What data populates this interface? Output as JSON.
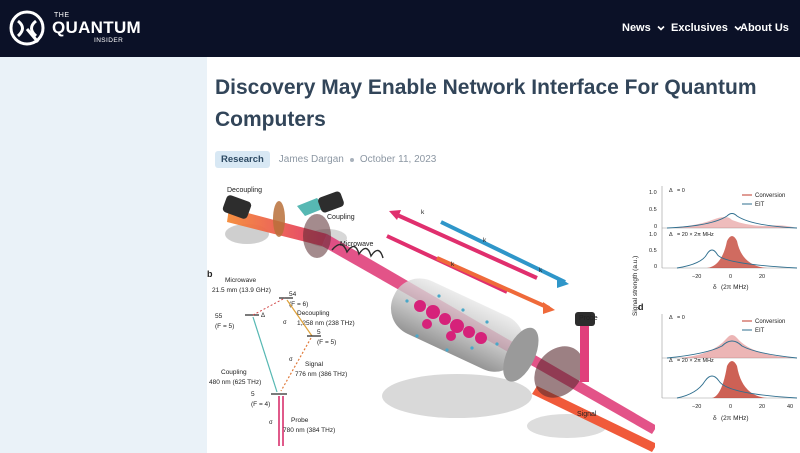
{
  "brand": {
    "the": "THE",
    "quantum": "QUANTUM",
    "insider": "INSIDER"
  },
  "nav": {
    "items": [
      {
        "label": "News",
        "has_dropdown": true
      },
      {
        "label": "Exclusives",
        "has_dropdown": true
      },
      {
        "label": "About Us",
        "has_dropdown": false
      }
    ]
  },
  "article": {
    "title": "Discovery May Enable Network Interface For Quantum Computers",
    "category": "Research",
    "author": "James Dargan",
    "date": "October 11, 2023"
  },
  "figure": {
    "panel_b": "b",
    "panel_d": "d",
    "labels": {
      "decoupling_top": "Decoupling",
      "coupling_top": "Coupling",
      "microwave_top": "Microwave",
      "probe": "Probe",
      "signal": "Signal",
      "kp": "k",
      "kc": "k",
      "ks": "k",
      "kmw": "k"
    },
    "level_diagram": {
      "microwave": "Microwave",
      "microwave_val": "21.5 mm (13.9 GHz)",
      "level_54f": "54",
      "level_54f_f": "(F = 6)",
      "level_55d": "55",
      "level_55d_f": "(F = 5)",
      "delta_mw": "Δ",
      "decoupling": "Decoupling",
      "decoupling_val": "1,258 nm (238 THz)",
      "level_5d": "5",
      "level_5d_f": "(F = 5)",
      "sigma_plus_1": "σ",
      "sigma_minus": "σ",
      "signal": "Signal",
      "signal_val": "776 nm (386 THz)",
      "coupling": "Coupling",
      "coupling_val": "480 nm (625 THz)",
      "level_5p": "5",
      "level_5p_f": "(F = 4)",
      "sigma_plus_2": "σ",
      "probe": "Probe",
      "probe_val": "780 nm (384 THz)"
    },
    "plots": {
      "ylabel": "Signal strength (a.u.)",
      "xlabel": "δ",
      "xunit": "(2π MHz)",
      "legend_conversion": "Conversion",
      "legend_eit": "EIT",
      "delta0": "Δ",
      "delta20": "Δ",
      "delta0_val": "= 0",
      "delta20_val": "= 20 × 2π MHz",
      "yticks_top": [
        "1.0",
        "0.5",
        "0",
        "1.0",
        "0.5",
        "0"
      ],
      "xticks": [
        "−20",
        "0",
        "20",
        "40"
      ],
      "colors": {
        "conversion": "#c0392b",
        "eit": "#2f6f8f"
      }
    }
  },
  "colors": {
    "header_bg": "#0b1127",
    "left_pane": "#eaf2f8",
    "title": "#324559",
    "badge_bg": "#d8e8f4"
  }
}
